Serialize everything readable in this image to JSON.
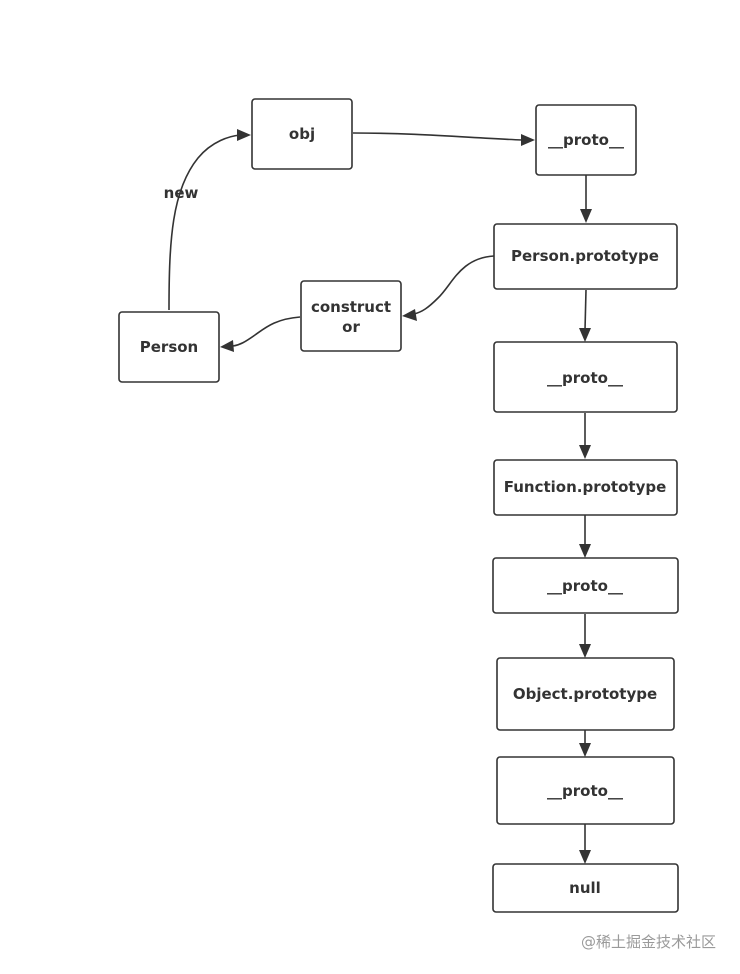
{
  "nodes": {
    "obj": "obj",
    "proto_1": "__proto__",
    "person_prototype": "Person.prototype",
    "constructor_line1": "construct",
    "constructor_line2": "or",
    "person": "Person",
    "proto_2": "__proto__",
    "function_prototype": "Function.prototype",
    "proto_3": "__proto__",
    "object_prototype": "Object.prototype",
    "proto_4": "__proto__",
    "null": "null"
  },
  "edges": {
    "new_label": "new"
  },
  "watermark": "@稀土掘金技术社区",
  "colors": {
    "stroke": "#333333",
    "watermark": "#9a9a9a"
  }
}
